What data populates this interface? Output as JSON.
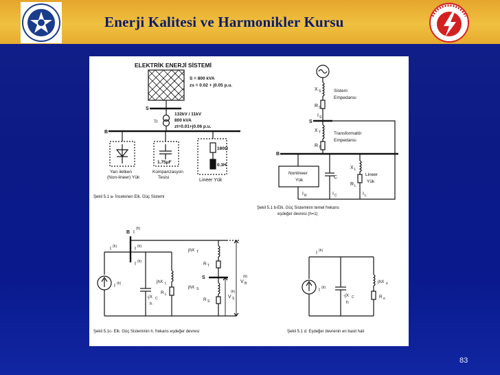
{
  "header": {
    "title": "Enerji Kalitesi ve Harmonikler Kursu",
    "left_logo_icon": "university-seal-icon",
    "right_logo_icon": "turkiye-elektrik-iletim-logo-icon"
  },
  "figures": {
    "fig_a": {
      "heading": "ELEKTRİK ENERJİ SİSTEMİ",
      "source_s": "S = 800 kVA",
      "source_z": "zs = 0.02 + j0.05 p.u.",
      "bus_s": "S",
      "tr_label": "Tr",
      "tr_ratio": "132kV / 11kV",
      "tr_power": "800 kVA",
      "tr_z": "zt=0.01+j0.06 p.u.",
      "bus_b": "B",
      "cap_value": "1.75μF",
      "res_value": "180Ω",
      "ind_value": "0.3H",
      "load1": "Yarı iletken\n(Non-lineer) Yük",
      "load2": "Kompanzasyon\nTesisi",
      "load3": "Lineer Yük",
      "caption": "Şekil 5.1 a- İncelenen Elk. Güç Sistemi"
    },
    "fig_b": {
      "xs": "XS",
      "sistem": "Sistem",
      "empedansi1": "Empedansı",
      "rs": "RS",
      "is": "IS",
      "bus_s": "S",
      "xt": "XT",
      "trafo": "Transformatör",
      "empedansi2": "Empedansı",
      "rt": "RT",
      "bus_b": "B",
      "nonlineer": "Nonlineer\nYük",
      "c": "C",
      "xl": "XL",
      "lineer": "Lineer\nYük",
      "rl": "RL",
      "ir": "IR",
      "ic": "IC",
      "il": "IL",
      "caption": "Şekil 5.1 b-Elk. Güç Sisteminin temel frekans\neşdeğer devresi (h=1)"
    },
    "fig_c": {
      "bus_b": "B",
      "is_h": "IS(h)",
      "i_h": "I(h)",
      "il_h": "IL(h)",
      "ic_h": "IC(h)",
      "source_i": "I(h)",
      "jhxt": "jhXT",
      "rt": "RT",
      "bus_s": "S",
      "jhxs": "jhXS",
      "rs": "RS",
      "jhxl": "jhXL",
      "rl": "RL",
      "cap": "-jXC\nh",
      "vb": "VB(h)",
      "vs": "VS(h)",
      "caption": "Şekil 5.1c- Elk. Güç Sisteminin h. frekans eşdeğer   devresi"
    },
    "fig_d": {
      "i_h": "I(h)",
      "source_i": "I(h)",
      "cap": "-jXC\nh",
      "jhxe": "jhXe",
      "re": "Re",
      "caption": "Şekil 5.1 d. Eşdeğer devrenin en basit hali"
    }
  },
  "footer": {
    "slide_number": "83"
  }
}
